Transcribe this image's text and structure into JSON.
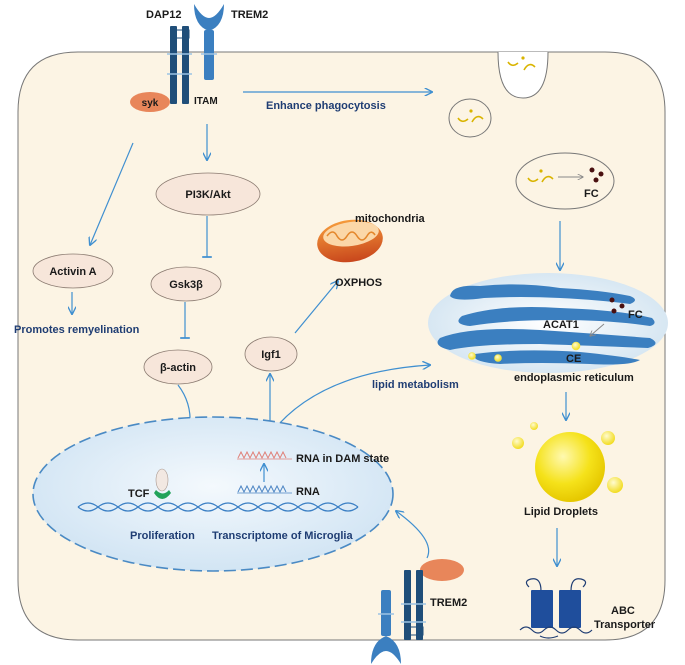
{
  "receptors": {
    "dap12": "DAP12",
    "trem2_top": "TREM2",
    "syk": "syk",
    "itam": "ITAM",
    "trem2_bottom": "TREM2"
  },
  "pathway": {
    "enhance_phagocytosis": "Enhance phagocytosis",
    "pi3k": "PI3K/Akt",
    "gsk3b": "Gsk3β",
    "beta_actin": "β-actin",
    "activin": "Activin A",
    "remyelination": "Promotes remyelination",
    "igf1": "Igf1",
    "mitochondria": "mitochondria",
    "oxphos": "OXPHOS",
    "lipid_metabolism": "lipid metabolism"
  },
  "nucleus": {
    "tcf": "TCF",
    "rna_dam": "RNA in DAM state",
    "rna": "RNA",
    "proliferation": "Proliferation",
    "transcriptome": "Transcriptome of Microglia"
  },
  "lipid": {
    "fc_vesicle": "FC",
    "fc_er": "FC",
    "acat1": "ACAT1",
    "ce": "CE",
    "er": "endoplasmic reticulum",
    "droplets": "Lipid Droplets",
    "abc": "ABC",
    "transporter": "Transporter"
  },
  "colors": {
    "cell_fill": "#fcf4e4",
    "nucleus_fill": "#dcecf7",
    "arrow": "#3f8fd0",
    "dap12": "#1f4e79",
    "trem2": "#3b7fc0",
    "syk": "#e8865a",
    "bubble": "#f7e6da",
    "droplet": "#f3e21c"
  }
}
